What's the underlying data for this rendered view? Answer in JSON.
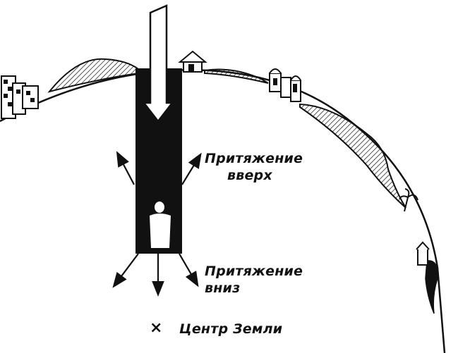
{
  "labels": {
    "pull_up_line1": "Притяжение",
    "pull_up_line2": "вверх",
    "pull_down_line1": "Притяжение",
    "pull_down_line2": "вниз",
    "earth_center": "Центр Земли",
    "center_marker": "×"
  },
  "colors": {
    "ink": "#111111",
    "background": "#ffffff"
  }
}
